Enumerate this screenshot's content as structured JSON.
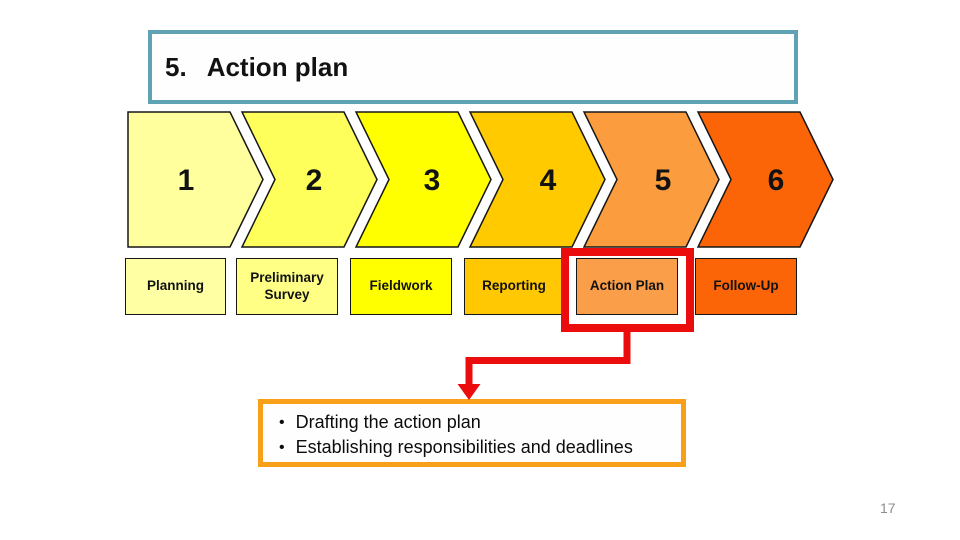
{
  "slide": {
    "title_number": "5.",
    "title_text": "Action plan",
    "page_number": "17"
  },
  "theme": {
    "title_border_teal": "#5EA2B4",
    "shape_outline": "#161616",
    "highlight_red": "#EB0D0D",
    "callout_border_orange": "#F9A01A",
    "page_number_gray": "#8C8C8C"
  },
  "process": {
    "steps": [
      {
        "number": "1",
        "label": "Planning",
        "chevron_color": "#FFFF9E",
        "label_color": "#FFFFA3",
        "highlighted": false
      },
      {
        "number": "2",
        "label": "Preliminary Survey",
        "chevron_color": "#FFFF5C",
        "label_color": "#FFFF85",
        "highlighted": false
      },
      {
        "number": "3",
        "label": "Fieldwork",
        "chevron_color": "#FFFF00",
        "label_color": "#FFFF00",
        "highlighted": false
      },
      {
        "number": "4",
        "label": "Reporting",
        "chevron_color": "#FFCB00",
        "label_color": "#FFC803",
        "highlighted": false
      },
      {
        "number": "5",
        "label": "Action Plan",
        "chevron_color": "#FB9D3F",
        "label_color": "#FA9E49",
        "highlighted": true
      },
      {
        "number": "6",
        "label": "Follow-Up",
        "chevron_color": "#FB6508",
        "label_color": "#FB6508",
        "highlighted": false
      }
    ]
  },
  "callout": {
    "bullet": "•",
    "items": [
      "Drafting the action plan",
      "Establishing responsibilities and deadlines"
    ]
  }
}
